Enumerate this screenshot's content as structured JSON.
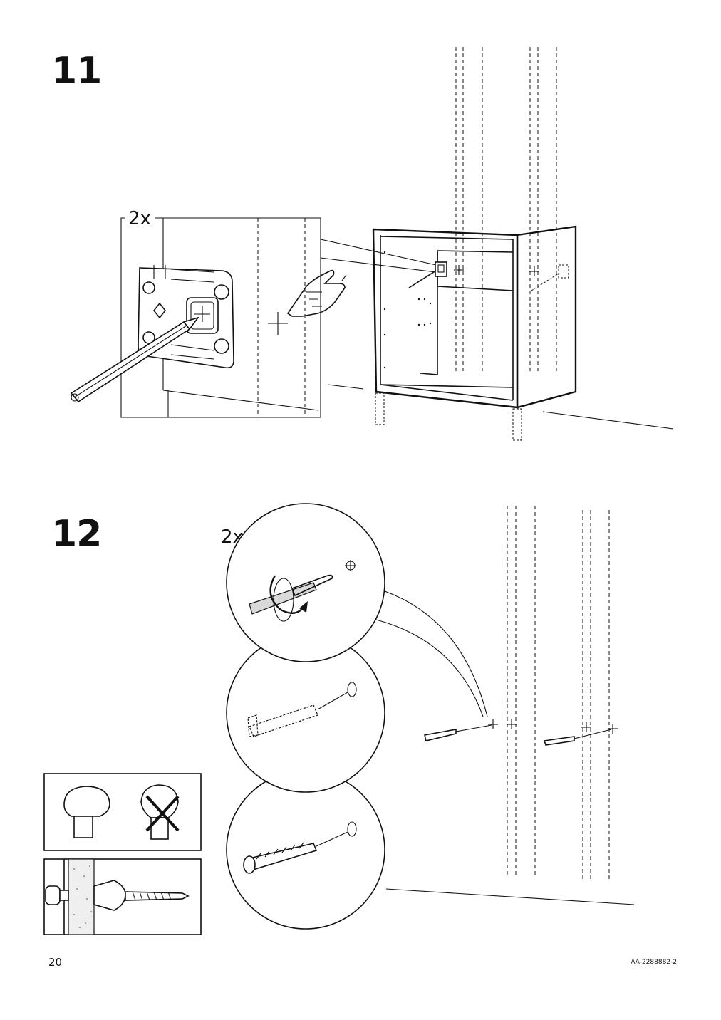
{
  "steps": [
    {
      "number": "11",
      "quantity": "2x"
    },
    {
      "number": "12",
      "quantity": "2x"
    }
  ],
  "footer": {
    "page_number": "20",
    "document_code": "AA-2288882-2"
  },
  "icons": [
    "pencil-icon",
    "finger-press-icon",
    "drill-icon",
    "wall-plug-icon",
    "screw-icon",
    "cross-mark-icon"
  ]
}
